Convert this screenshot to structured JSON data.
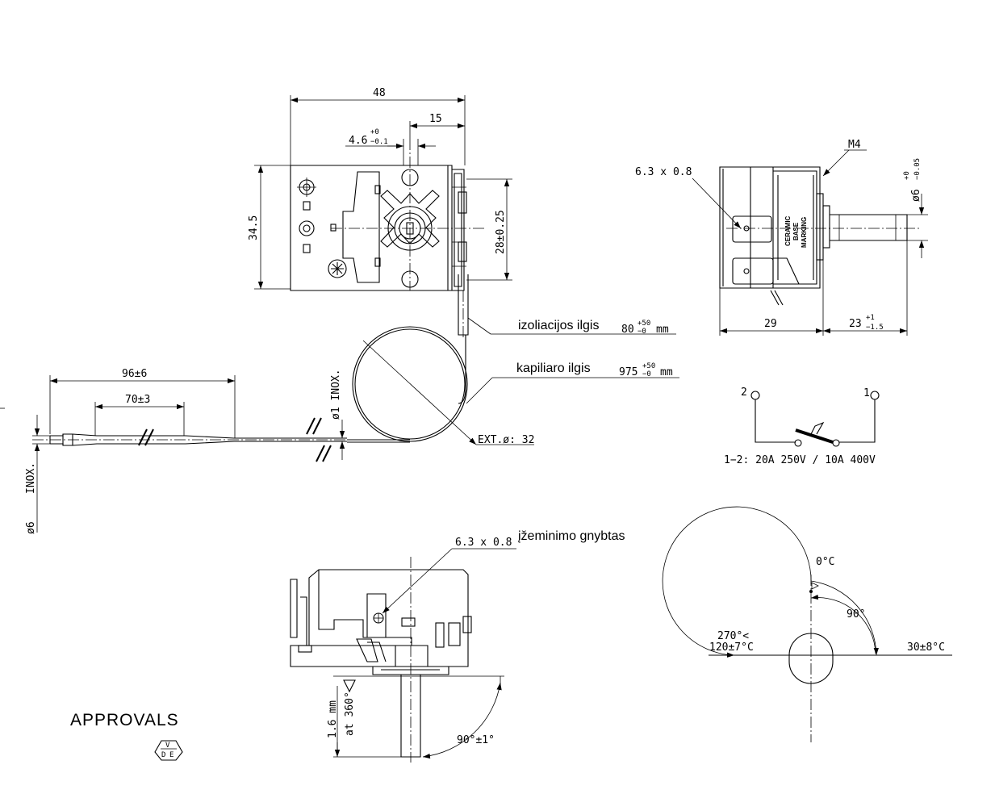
{
  "top_view": {
    "width_48": "48",
    "offset_15": "15",
    "slot_width": "4.6",
    "slot_tol_upper": "+0",
    "slot_tol_lower": "−0.1",
    "height_34_5": "34.5",
    "hole_spacing": "28±0.25"
  },
  "side_view": {
    "terminal": "6.3 x 0.8",
    "thread": "M4",
    "shaft_dia": "ø6",
    "shaft_tol_upper": "+0",
    "shaft_tol_lower": "−0.05",
    "marking_line1": "CERAMIC",
    "marking_line2": "BASE",
    "marking_line3": "MARKING",
    "body_len": "29",
    "shaft_len": "23",
    "shaft_len_upper": "+1",
    "shaft_len_lower": "−1.5"
  },
  "capillary": {
    "insulation_label": "izoliacijos ilgis",
    "insulation_value": "80",
    "insulation_upper": "+50",
    "insulation_lower": "−0",
    "insulation_unit": "mm",
    "capillary_label": "kapiliaro ilgis",
    "capillary_value": "975",
    "capillary_upper": "+50",
    "capillary_lower": "−0",
    "capillary_unit": "mm",
    "bulb_total": "96±6",
    "bulb_part": "70±3",
    "capillary_dia": "ø1 INOX.",
    "coil_ext": "EXT.ø:  32",
    "bulb_material": "INOX.",
    "bulb_dia": "ø6"
  },
  "schematic": {
    "terminal_2": "2",
    "terminal_1": "1",
    "rating": "1−2:  20A  250V  /  10A  400V"
  },
  "front_view": {
    "ground_terminal": "6.3  x  0.8",
    "ground_label": "įžeminimo gnybtas",
    "runout_1": "1.6  mm",
    "runout_2": "at  360°",
    "shaft_angle": "90°±1°"
  },
  "dial": {
    "zero": "0°C",
    "rotation": "90°",
    "end_angle": "270°<",
    "low_temp": "120±7°C",
    "high_temp": "30±8°C"
  },
  "approvals": {
    "title": "APPROVALS",
    "mark_top": "V",
    "mark_left": "D",
    "mark_right": "E"
  }
}
